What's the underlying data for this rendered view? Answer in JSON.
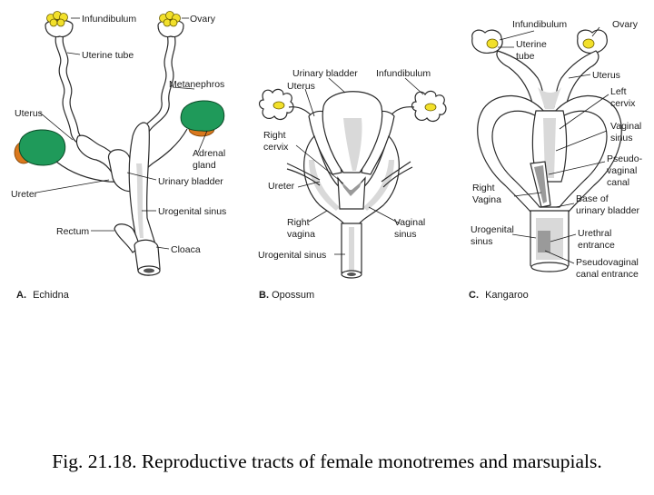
{
  "colors": {
    "kidney_green": "#1f9a5a",
    "adrenal_orange": "#d9781e",
    "ovary_yellow": "#f2e02a",
    "outline": "#2a2a2a"
  },
  "panels": {
    "a": {
      "label_prefix": "A.",
      "label_name": "Echidna",
      "labels": {
        "infundibulum": "Infundibulum",
        "ovary": "Ovary",
        "uterine_tube": "Uterine tube",
        "metanephros": "Metanephros",
        "uterus": "Uterus",
        "adrenal_1": "Adrenal",
        "adrenal_2": "gland",
        "ureter": "Ureter",
        "urinary_bladder": "Urinary bladder",
        "urogenital_sinus": "Urogenital sinus",
        "rectum": "Rectum",
        "cloaca": "Cloaca"
      }
    },
    "b": {
      "label_prefix": "B.",
      "label_name": "Opossum",
      "labels": {
        "urinary_bladder": "Urinary bladder",
        "infundibulum": "Infundibulum",
        "uterus": "Uterus",
        "right_cervix_1": "Right",
        "right_cervix_2": "cervix",
        "ureter": "Ureter",
        "right_vagina_1": "Right",
        "right_vagina_2": "vagina",
        "vaginal_sinus_1": "Vaginal",
        "vaginal_sinus_2": "sinus",
        "urogenital_sinus": "Urogenital sinus"
      }
    },
    "c": {
      "label_prefix": "C.",
      "label_name": "Kangaroo",
      "labels": {
        "infundibulum": "Infundibulum",
        "ovary": "Ovary",
        "uterine_tube_1": "Uterine",
        "uterine_tube_2": "tube",
        "uterus": "Uterus",
        "left_cervix_1": "Left",
        "left_cervix_2": "cervix",
        "vaginal_sinus_1": "Vaginal",
        "vaginal_sinus_2": "sinus",
        "pseudo_1": "Pseudo-",
        "pseudo_2": "vaginal",
        "pseudo_3": "canal",
        "right_vagina_1": "Right",
        "right_vagina_2": "Vagina",
        "base_bladder_1": "Base of",
        "base_bladder_2": "urinary bladder",
        "urogenital_sinus_1": "Urogenital",
        "urogenital_sinus_2": "sinus",
        "urethral_1": "Urethral",
        "urethral_2": "entrance",
        "pseudo_entrance_1": "Pseudovaginal",
        "pseudo_entrance_2": "canal entrance"
      }
    }
  },
  "caption": "Fig. 21.18. Reproductive tracts of female monotremes and marsupials."
}
